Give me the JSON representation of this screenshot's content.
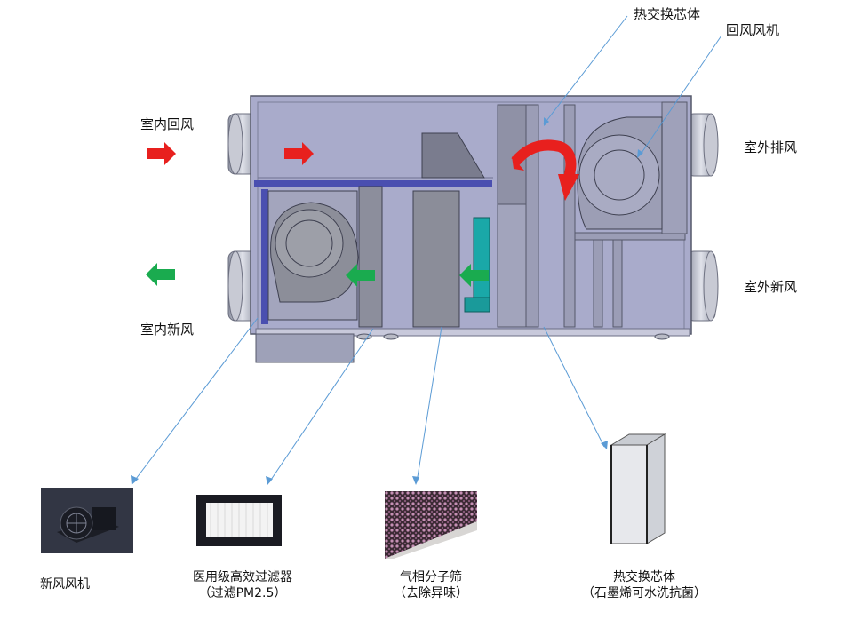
{
  "labels": {
    "indoor_return": "室内回风",
    "indoor_fresh": "室内新风",
    "outdoor_exhaust": "室外排风",
    "outdoor_fresh": "室外新风",
    "heat_core_top": "热交换芯体",
    "return_fan_top": "回风风机"
  },
  "components": [
    {
      "name": "新风风机",
      "sub": ""
    },
    {
      "name": "医用级高效过滤器",
      "sub": "（过滤PM2.5）"
    },
    {
      "name": "气相分子筛",
      "sub": "（去除异味）"
    },
    {
      "name": "热交换芯体",
      "sub": "（石墨烯可水洗抗菌）"
    }
  ],
  "colors": {
    "airflow_return": "#e8201e",
    "airflow_fresh": "#1aab4f",
    "casing": "#a7a9c9",
    "leader_line": "#5b9bd5",
    "filter_accent": "#1aa8a8",
    "duct_bar": "#4a4fb0"
  },
  "icons": [
    "red-arrow-icon",
    "green-arrow-icon",
    "curved-red-arrow-icon"
  ]
}
